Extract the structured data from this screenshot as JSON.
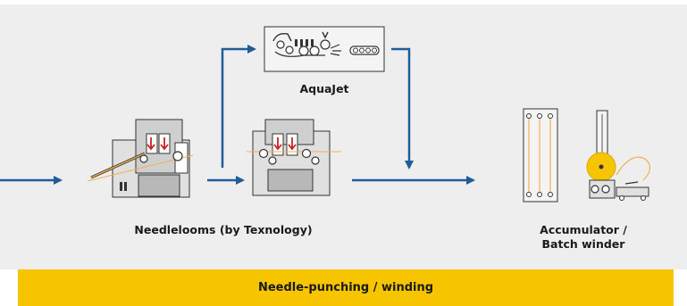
{
  "labels": {
    "aquajet": "AquaJet",
    "needlelooms": "Needlelooms (by Texnology)",
    "accumulator_line1": "Accumulator /",
    "accumulator_line2": "Batch winder",
    "process_bar": "Needle-punching / winding"
  },
  "icons": {
    "aquajet_machine": "aquajet-machine-icon",
    "needleloom_1": "needleloom-machine-icon",
    "needleloom_2": "needleloom-machine-icon",
    "accumulator": "accumulator-icon",
    "batch_winder": "batch-winder-icon"
  },
  "colors": {
    "arrow": "#1f5c99",
    "panel_bg": "#eeeeee",
    "bar_bg": "#f7c500",
    "needle_arrow": "#cc2222",
    "fiber_line": "#f0b050",
    "roll": "#f7c500"
  }
}
